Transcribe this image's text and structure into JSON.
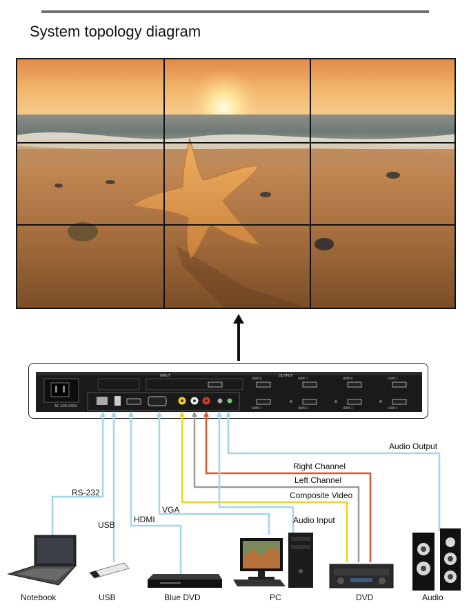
{
  "title": "System topology diagram",
  "colors": {
    "rs232": "#9fd6ee",
    "usb": "#9fd6ee",
    "hdmi": "#9fd6ee",
    "vga": "#9fd6ee",
    "composite": "#f2d21f",
    "left_channel": "#9a9a9a",
    "right_channel": "#e0542c",
    "audio_input": "#9fd6ee",
    "audio_output": "#9fd6ee"
  },
  "video_wall": {
    "rows": 3,
    "cols": 3,
    "content": "beach-starfish-sunset"
  },
  "controller": {
    "power_label": "AC 100-240V",
    "input_label": "INPUT",
    "output_label": "OUTPUT",
    "output_ports": [
      "HDMI 8",
      "HDMI 7",
      "HDMI 6",
      "HDMI 5",
      "HDMI 1",
      "HDMI 2",
      "HDMI 3",
      "HDMI 4"
    ]
  },
  "connections": {
    "rs232": "RS-232",
    "usb": "USB",
    "hdmi": "HDMI",
    "vga": "VGA",
    "audio_input": "Audio Input",
    "composite_video": "Composite Video",
    "left_channel": "Left Channel",
    "right_channel": "Right Channel",
    "audio_output": "Audio Output"
  },
  "devices": {
    "notebook": "Notebook",
    "usb": "USB",
    "blue_dvd": "Blue DVD",
    "pc": "PC",
    "dvd": "DVD",
    "audio": "Audio"
  }
}
